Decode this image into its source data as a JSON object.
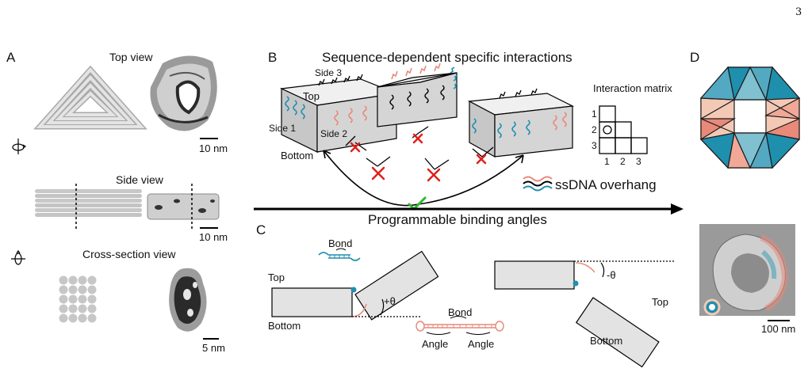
{
  "page_number": "3",
  "panel_a": {
    "letter": "A",
    "top_view": "Top view",
    "side_view": "Side view",
    "cross_section_view": "Cross-section view",
    "scale_top": "10 nm",
    "scale_side": "10 nm",
    "scale_cross": "5 nm"
  },
  "panel_b": {
    "letter": "B",
    "title": "Sequence-dependent specific interactions",
    "top": "Top",
    "bottom": "Bottom",
    "side1": "Side 1",
    "side2": "Side 2",
    "side3": "Side 3",
    "matrix_title": "Interaction matrix",
    "matrix_rows": [
      "1",
      "2",
      "3"
    ],
    "matrix_cols": [
      "1",
      "2",
      "3"
    ],
    "legend": "ssDNA overhang"
  },
  "panel_c": {
    "letter": "C",
    "title": "Programmable binding angles",
    "top_left": "Top",
    "bottom_left": "Bottom",
    "bond_top": "Bond",
    "plus_theta": "+θ",
    "bond_bottom": "Bond",
    "angle_left": "Angle",
    "angle_right": "Angle",
    "top_right": "Top",
    "bottom_right": "Bottom",
    "minus_theta": "-θ"
  },
  "panel_d": {
    "letter": "D",
    "scale": "100 nm"
  },
  "colors": {
    "salmon": "#e8897a",
    "teal": "#1f8fae",
    "rod_gray": "#cfcfcf",
    "box_gray": "#e3e3e3"
  }
}
